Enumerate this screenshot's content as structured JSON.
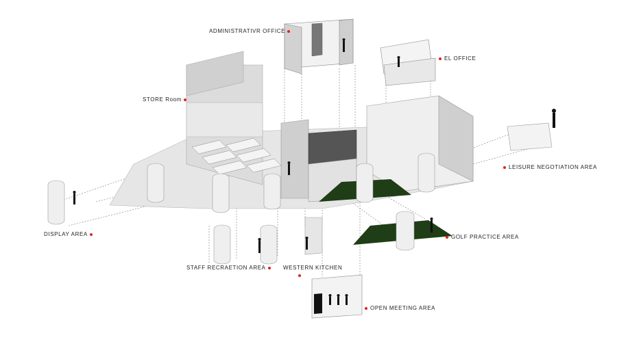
{
  "labels": {
    "administrative_office": "ADMINISTRATIVR OFFICE",
    "el_office": "EL  OFFICE",
    "store_room": "STORE Room",
    "leisure_negotiation_area": "LEISURE NEGOTIATION AREA",
    "display_area": "DISPLAY AREA",
    "golf_practice_area": "GOLF PRACTICE AREA",
    "staff_recreation_area": "STAFF RECRAETION AREA",
    "western_kitchen": "WESTERN KITCHEN",
    "open_meeting_area": "OPEN MEETING AREA"
  },
  "colors": {
    "marker": "#e0231c",
    "green": "#1f3d16",
    "floor": "#e4e4e4",
    "wall": "#d6d6d6",
    "line": "#9a9a9a",
    "ink": "#111111"
  }
}
